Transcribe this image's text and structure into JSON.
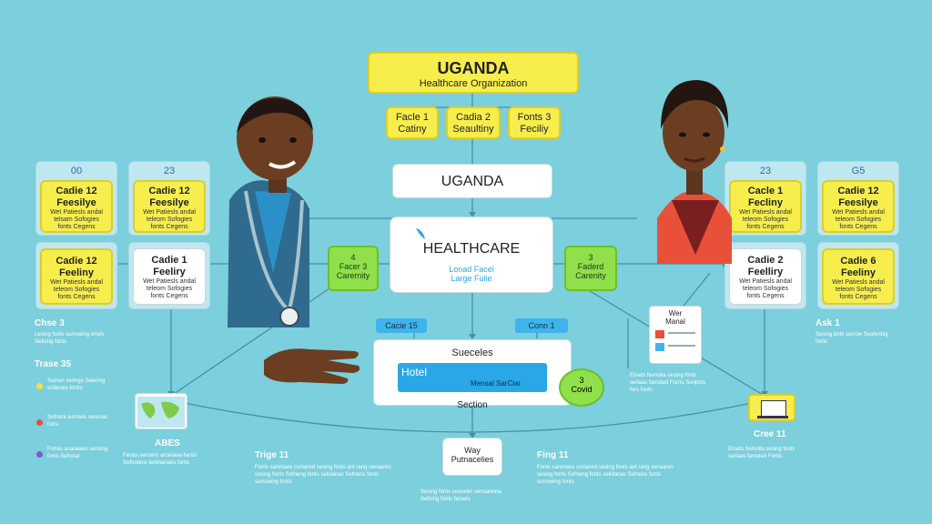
{
  "header": {
    "title": "UGANDA",
    "subtitle": "Healthcare Organization"
  },
  "top_boxes": [
    {
      "line1": "Facle 1",
      "line2": "Catiny"
    },
    {
      "line1": "Cadia 2",
      "line2": "Seaultiny"
    },
    {
      "line1": "Fonts 3",
      "line2": "Feciliy"
    }
  ],
  "center": {
    "uganda_label": "UGANDA",
    "healthcare_label": "HEALTHCARE",
    "healthcare_sub1": "Lonad Facel",
    "healthcare_sub2": "Large Fulie",
    "left_green": {
      "num": "4",
      "line1": "Facer 3",
      "line2": "Carernity"
    },
    "right_green": {
      "num": "3",
      "line1": "Faderd",
      "line2": "Carenity"
    },
    "tag_left": "Cacie 15",
    "tag_right": "Conn 1",
    "success_title": "Sueceles",
    "hotel_label": "Hotel",
    "hotel_sub": "Mensal SarCiar",
    "section_label": "Section",
    "bottom_green": {
      "num": "3",
      "line1": "Covid"
    },
    "way_line1": "Way",
    "way_line2": "Putnacelies"
  },
  "left_cards": [
    {
      "num": "00",
      "title1": "Cadie 12",
      "title2": "Feesilye",
      "text": "Wet Patiesls andal telsam Sofogies fonts Cegens"
    },
    {
      "num": "23",
      "title1": "Cadie 12",
      "title2": "Feesilye",
      "text": "Wet Patiesls andal teleom Sofogies fonts Cegens"
    },
    {
      "num": "",
      "title1": "Cadie 12",
      "title2": "Feeliny",
      "text": "Wet Patiesls andal teleom Sofogies fonts Cegens"
    },
    {
      "num": "",
      "title1": "Cadie 1",
      "title2": "Feeliry",
      "text": "Wet Patiesls andal teleom Sofogies fonts Cegens"
    }
  ],
  "right_cards": [
    {
      "num": "23",
      "title1": "Cacle 1",
      "title2": "Fecliny",
      "text": "Wet Patiesls andal teleom Sofogies fonts Cegens"
    },
    {
      "num": "G5",
      "title1": "Cadie 12",
      "title2": "Feesilye",
      "text": "Wet Patiesls andal teleom Sofogies fonts Cegens"
    },
    {
      "num": "",
      "title1": "Cadie 2",
      "title2": "Feelliry",
      "text": "Wet Patiesls andal teleom Sofogies fonts Cegens"
    },
    {
      "num": "",
      "title1": "Cadie 6",
      "title2": "Feeliny",
      "text": "Wet Patiesls andal teleom Sofogies fonts Cegens"
    }
  ],
  "left_side": {
    "chse_title": "Chse 3",
    "chse_text": "Lesing fonts surrowing ertels Sefning fonts",
    "trase_title": "Trase 35",
    "items": [
      {
        "color": "#f3e23a",
        "text": "Sulnon serings Selenng erdinses fontsr"
      },
      {
        "color": "#e8503a",
        "text": "Sefnenl surrows serenas forts."
      },
      {
        "color": "#8a55c9",
        "text": "Fotras asaneaes seriong fonts Sefnoat"
      }
    ]
  },
  "right_side": {
    "ask_title": "Ask 1",
    "ask_text": "Sesing bnts surrow Seafenhig fonts",
    "wer_line1": "Wer",
    "wer_line2": "Manal",
    "wer_caption": "Etrads fevnolla sesing fonts serlaas famsted Forrts Sonpins fors fonts",
    "cree_title": "Cree 11",
    "cree_text": "Etrads fevnolla sesing fonts serlaas famsted Fortts"
  },
  "bottom": {
    "abes_title": "ABES",
    "abes_text": "Ferasi sercens arranaaa farsts Sefnotens lerbnanaes fonts",
    "trige_title": "Trige 11",
    "trige_text": "Fonts sarenaes corlaned sesing fonts ant rang senaares sesing fonts Sefneng fonts selidanas Sefnens fonts surrowing fonts",
    "fing_title": "Fing 11",
    "fing_text": "Fonts sarenaes corlaned sesing fonts ant rang senaares sesing fonts Sefneng fonts selidanas Sefnens fonts surrowing fonts",
    "way_caption": "Sesing fonts sesnelet senaaretna Sefning fonts farsets"
  },
  "colors": {
    "background": "#7ccfdc",
    "yellow": "#f7ee4e",
    "green": "#8fe04a",
    "blue": "#2aa7e6"
  }
}
